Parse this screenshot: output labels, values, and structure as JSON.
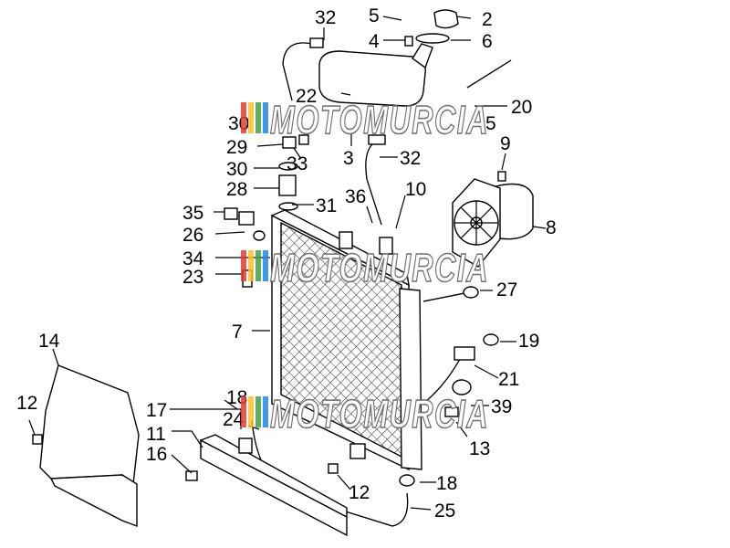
{
  "watermark": {
    "text": "MOTOMURCIA",
    "colors": [
      "#e53935",
      "#fbc02d",
      "#43a047",
      "#1e88e5"
    ]
  },
  "callouts": {
    "c2": "2",
    "c3": "3",
    "c4": "4",
    "c5": "5",
    "c6": "6",
    "c7": "7",
    "c8": "8",
    "c9": "9",
    "c10": "10",
    "c11": "11",
    "c12a": "12",
    "c12b": "12",
    "c13": "13",
    "c14": "14",
    "c16": "16",
    "c17": "17",
    "c18": "18",
    "c19": "19",
    "c20": "20",
    "c21": "21",
    "c22": "22",
    "c23": "23",
    "c24": "24",
    "c25": "25",
    "c26": "26",
    "c27": "27",
    "c28": "28",
    "c29": "29",
    "c30a": "30",
    "c30b": "30",
    "c31": "31",
    "c32a": "32",
    "c32b": "32",
    "c33": "33",
    "c34": "34",
    "c35": "35",
    "c36": "36",
    "c39": "39",
    "c18b": "18",
    "c5b": "5"
  }
}
